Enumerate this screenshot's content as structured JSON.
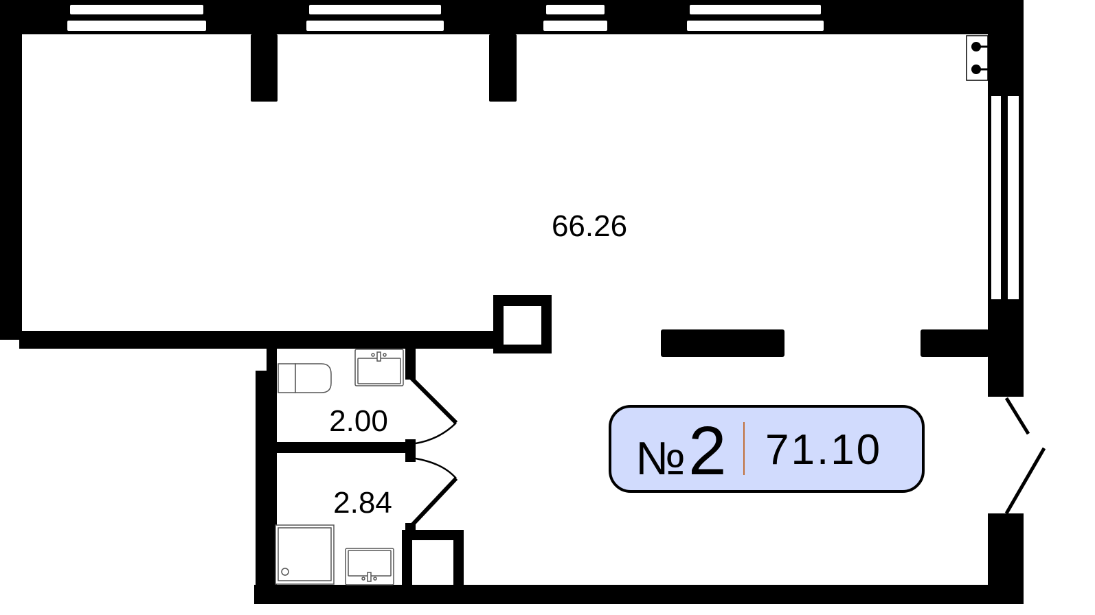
{
  "plan": {
    "main_room_area": "66.26",
    "wc_area": "2.00",
    "bathroom_area": "2.84"
  },
  "unit_badge": {
    "number_prefix": "№",
    "number": "2",
    "total_area": "71.10",
    "background_color": "#d1dbfd",
    "divider_color": "#c0703a"
  }
}
